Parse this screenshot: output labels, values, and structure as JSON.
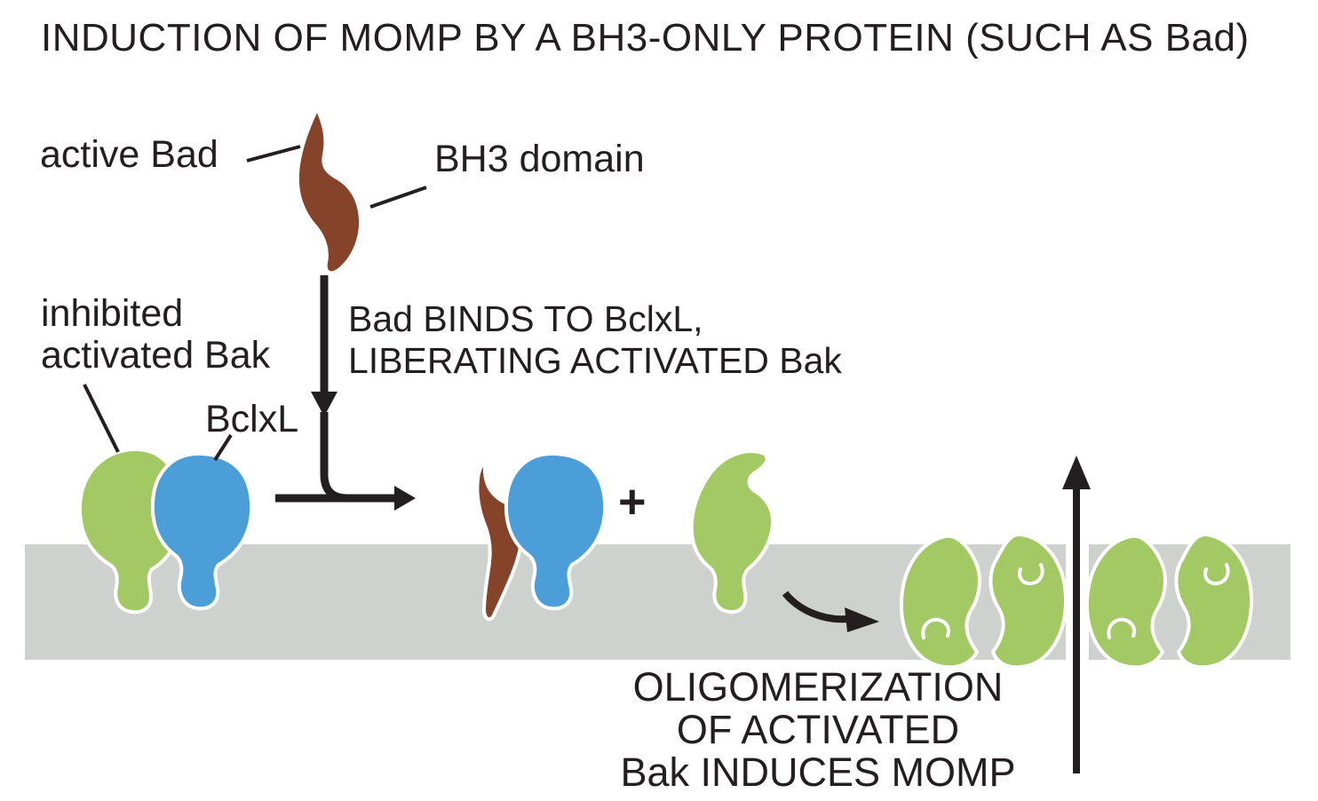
{
  "title": "INDUCTION OF MOMP BY A BH3-ONLY PROTEIN (SUCH AS Bad)",
  "proteins": {
    "active_bad_label": "active Bad",
    "bh3_domain_label": "BH3 domain",
    "inhibited_label_line1": "inhibited",
    "inhibited_label_line2": "activated Bak",
    "bclxl_label": "BclxL"
  },
  "steps": {
    "binding_line1": "Bad BINDS TO BclxL,",
    "binding_line2": "LIBERATING ACTIVATED Bak",
    "plus_sign": "+",
    "oligomerization_line1": "OLIGOMERIZATION",
    "oligomerization_line2": "OF ACTIVATED",
    "oligomerization_line3": "Bak INDUCES MOMP"
  },
  "colors": {
    "background": "#ffffff",
    "text": "#231f20",
    "membrane_gray": "#cdd2ce",
    "bad_brown": "#854329",
    "bclxl_blue": "#4c9ed9",
    "bak_green": "#a2c963",
    "shape_outline": "#ffffff"
  },
  "shape_colors": {
    "bad_protein": "bad_brown",
    "bclxl_protein": "bclxl_blue",
    "bak_protein": "bak_green",
    "mitochondrial_outer_membrane": "membrane_gray"
  }
}
